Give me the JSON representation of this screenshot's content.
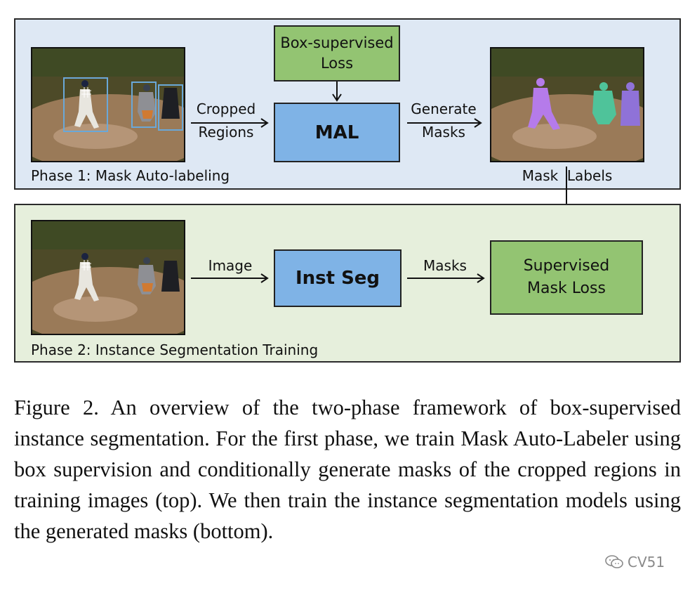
{
  "phase1": {
    "label": "Phase 1: Mask Auto-labeling",
    "loss_box": "Box-supervised Loss",
    "loss_box_lines": [
      "Box-supervised",
      "Loss"
    ],
    "model_box": "MAL",
    "input_arrow_lines": [
      "Cropped",
      "Regions"
    ],
    "output_arrow_lines": [
      "Generate",
      "Masks"
    ],
    "output_label": "Mask  Labels"
  },
  "phase2": {
    "label": "Phase 2: Instance Segmentation Training",
    "input_arrow": "Image",
    "model_box": "Inst Seg",
    "output_arrow": "Masks",
    "loss_box_lines": [
      "Supervised",
      "Mask Loss"
    ]
  },
  "colors": {
    "phase1_bg": "#dee8f4",
    "phase2_bg": "#e6efdc",
    "model_box": "#7fb3e6",
    "loss_box": "#93c472",
    "bounding_box": "#6aa8d8",
    "mask_purple": "#b57bea",
    "mask_green": "#4fc39a"
  },
  "caption": "Figure 2.  An overview of the two-phase framework of box-supervised instance segmentation. For the first phase, we train Mask Auto-Labeler using box supervision and conditionally generate masks of the cropped regions in training images (top). We then train the instance segmentation models using the generated masks (bottom).",
  "watermark": "CV51",
  "watermark_icon": "wechat-icon"
}
